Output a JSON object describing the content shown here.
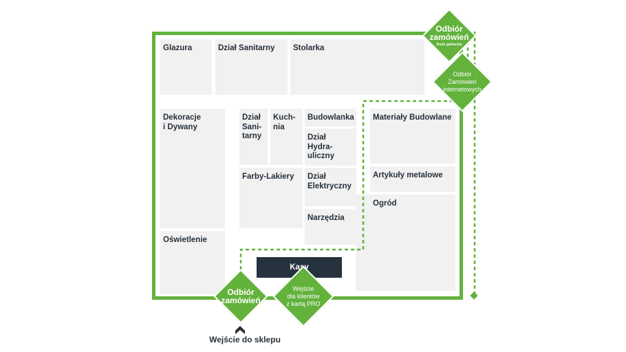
{
  "departments": {
    "glazura": "Glazura",
    "dzial_sanitarny": "Dział Sanitarny",
    "stolarka": "Stolarka",
    "dekoracje": "Dekoracje\ni Dywany",
    "dzial_sanitarny_small": "Dział\nSani-\ntarny",
    "kuchnia": "Kuch-\nnia",
    "budowlanka": "Budowlanka",
    "hydrauliczny": "Dział\nHydra-\nuliczny",
    "farby_lakiery": "Farby-Lakiery",
    "elektryczny": "Dział\nElektryczny",
    "narzedzia": "Narzędzia",
    "materialy_budowlane": "Materiały Budowlane",
    "artykuly_metalowe": "Artykuły metalowe",
    "ogrod": "Ogród",
    "oswietlenie": "Oświetlenie"
  },
  "checkout": {
    "label": "Kasy"
  },
  "pickup_points": {
    "large_items": {
      "title": "Odbiór\nzamówień",
      "subtitle": "Duże gabaryty"
    },
    "online_orders": {
      "title": "Odbiór\nZamówień\ninternetowych"
    },
    "orders_front": {
      "title": "Odbiór\nzamówień"
    },
    "pro_entrance": {
      "title": "Wejście\ndla klientów\nz kartą PRO"
    }
  },
  "entrance": {
    "label": "Wejście do sklepu"
  },
  "colors": {
    "wall_green": "#62b23c",
    "department_gray": "#f1f1f1",
    "checkout_dark": "#26323d",
    "text_dark": "#26303a"
  },
  "icons": {
    "entrance_marker": "chevron-up-icon"
  }
}
